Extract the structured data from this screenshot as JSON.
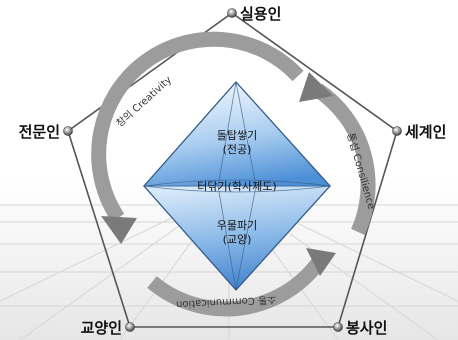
{
  "vertices": {
    "top": "실용인",
    "right": "세계인",
    "bottom_right": "봉사인",
    "bottom_left": "교양인",
    "left": "전문인"
  },
  "center": {
    "upper_line1": "돌탑쌓기",
    "upper_line2": "(전공)",
    "middle": "터닦기(학사제도)",
    "lower_line1": "우물파기",
    "lower_line2": "(교양)"
  },
  "arrows": {
    "left": "창의 Creativity",
    "right": "통섭 Consilience",
    "bottom": "소통 Communication"
  },
  "colors": {
    "diamond_light": "#eef6fd",
    "diamond_dark": "#3f86d2",
    "arrow_gray": "#8a8a8a",
    "pentagon_stroke": "#555555"
  },
  "icons": [
    "vertex-dot-icon"
  ]
}
